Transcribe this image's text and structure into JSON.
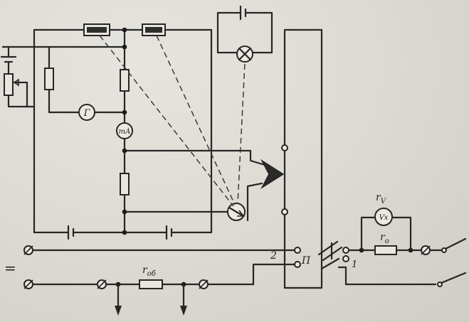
{
  "diagram": {
    "labels": {
      "galvanometer": "Г",
      "milliammeter": "mA",
      "voltmeter": "Vx",
      "r_v": "r",
      "r_v_sub": "V",
      "r_o": "r",
      "r_o_sub": "o",
      "r_ob": "r",
      "r_ob_sub": "об",
      "switch_pole": "П",
      "position_1": "1",
      "position_2": "2",
      "ground_symbol": "="
    }
  }
}
